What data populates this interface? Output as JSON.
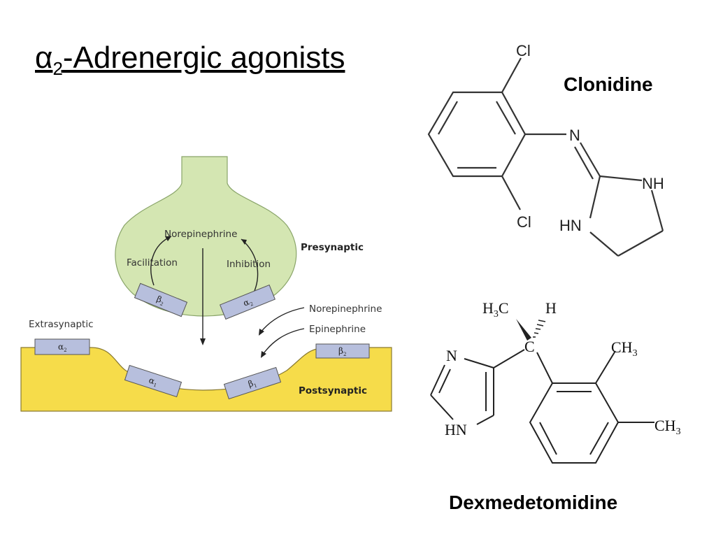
{
  "title": {
    "alpha": "α",
    "subscript": "2",
    "rest": "-Adrenergic agonists"
  },
  "clonidine": {
    "name": "Clonidine",
    "atoms": {
      "cl_top": "Cl",
      "cl_bottom": "Cl",
      "n": "N",
      "nh": "NH",
      "hn": "HN"
    }
  },
  "dexmedetomidine": {
    "name": "Dexmedetomidine",
    "atoms": {
      "h3c_h": "H",
      "h3c_3": "3",
      "h3c_c": "C",
      "h": "H",
      "c": "C",
      "ch3_top_ch": "CH",
      "ch3_top_3": "3",
      "ch3_bottom_ch": "CH",
      "ch3_bottom_3": "3",
      "n": "N",
      "hn": "HN"
    }
  },
  "diagram": {
    "norepinephrine_top": "Norepinephrine",
    "facilitation": "Facilitation",
    "inhibition": "Inhibition",
    "presynaptic": "Presynaptic",
    "extrasynaptic": "Extrasynaptic",
    "norepinephrine_right": "Norepinephrine",
    "epinephrine": "Epinephrine",
    "postsynaptic": "Postsynaptic",
    "receptors": {
      "beta2_pre": {
        "symbol": "β",
        "sub": "2"
      },
      "alpha2_pre": {
        "symbol": "α",
        "sub": "2"
      },
      "alpha2_extra": {
        "symbol": "α",
        "sub": "2"
      },
      "alpha1_post": {
        "symbol": "α",
        "sub": "1"
      },
      "beta1_post": {
        "symbol": "β",
        "sub": "1"
      },
      "beta2_post": {
        "symbol": "β",
        "sub": "2"
      }
    },
    "colors": {
      "presynaptic_fill": "#d4e6b2",
      "presynaptic_stroke": "#8aa56a",
      "postsynaptic_fill": "#f6dc4a",
      "receptor_fill": "#b7bfdd",
      "receptor_stroke": "#555555"
    }
  }
}
